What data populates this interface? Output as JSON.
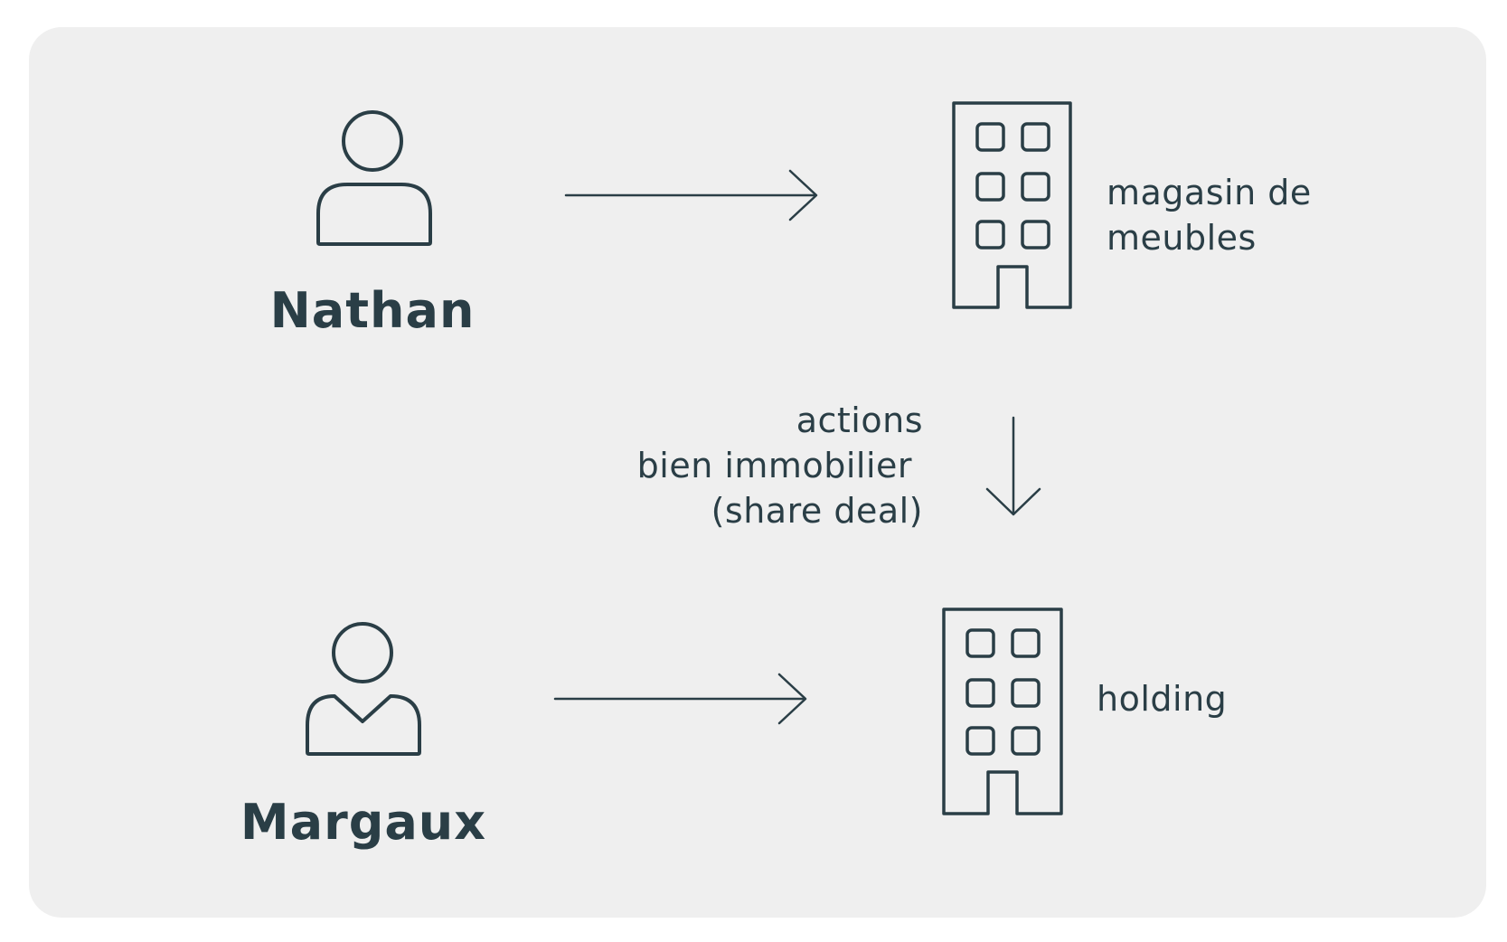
{
  "colors": {
    "panel": "#efefef",
    "stroke": "#2a3e46",
    "text": "#2a3e46"
  },
  "nodes": {
    "nathan": {
      "label": "Nathan",
      "icon": "person-icon"
    },
    "margaux": {
      "label": "Margaux",
      "icon": "person-with-collar-icon"
    },
    "furniture_store": {
      "label_lines": [
        "magasin de",
        "meubles"
      ],
      "icon": "building-icon"
    },
    "holding": {
      "label": "holding",
      "icon": "building-icon"
    }
  },
  "edges": {
    "nathan_to_store": {
      "from": "nathan",
      "to": "furniture_store",
      "label_lines": []
    },
    "store_to_holding": {
      "from": "furniture_store",
      "to": "holding",
      "label_lines": [
        "actions",
        "bien immobilier",
        "(share deal)"
      ]
    },
    "margaux_to_holding": {
      "from": "margaux",
      "to": "holding",
      "label_lines": []
    }
  }
}
